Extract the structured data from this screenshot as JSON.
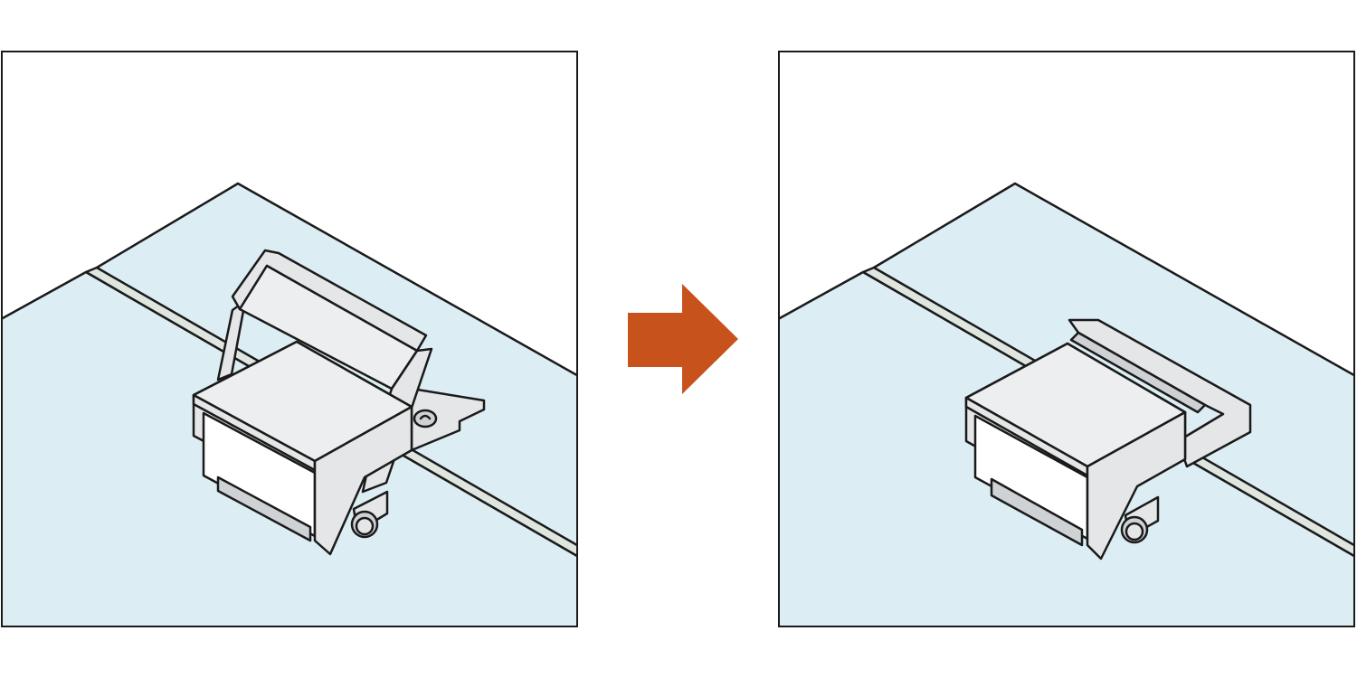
{
  "diagram": {
    "panels": [
      {
        "id": "before",
        "state": "lever-open"
      },
      {
        "id": "after",
        "state": "lever-closed"
      }
    ],
    "arrow_direction": "right"
  },
  "colors": {
    "outline": "#1a1a1a",
    "glass": "#dcedf4",
    "glass_edge": "#dfe5df",
    "clip_body": "#e4e6e7",
    "clip_shadow": "#cfd2d4",
    "arrow": "#c8521c",
    "background": "#ffffff"
  },
  "icons": {
    "arrow": "right-arrow-icon"
  }
}
